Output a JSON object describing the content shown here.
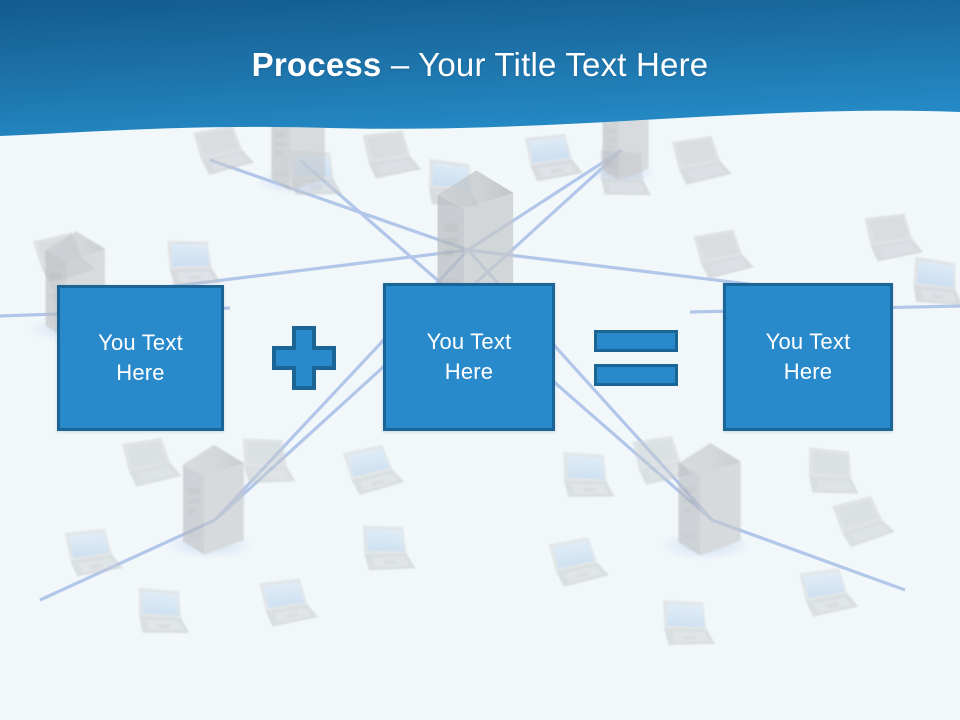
{
  "slide": {
    "title_strong": "Process",
    "title_rest": " – Your Title Text Here",
    "background_color": "#f2f7fa",
    "header_gradient_start": "#1c6fa5",
    "header_gradient_end": "#2184c0",
    "accent_fill": "#2889cb",
    "accent_border": "#1a6496",
    "network_line_color": "#a8bee8",
    "device_gray": "#c4c7c9",
    "screen_blue": "#bcd7ef"
  },
  "process": {
    "boxes": [
      {
        "id": "box-1",
        "label": "You Text\nHere"
      },
      {
        "id": "box-2",
        "label": "You Text\nHere"
      },
      {
        "id": "box-3",
        "label": "You Text\nHere"
      }
    ],
    "operators": [
      {
        "id": "op-plus",
        "symbol": "+",
        "name": "plus"
      },
      {
        "id": "op-equals",
        "symbol": "=",
        "name": "equals"
      }
    ]
  },
  "illustration": {
    "alt": "faded network diagram of server towers and laptops connected by lines",
    "servers": 5,
    "laptops": 26
  }
}
